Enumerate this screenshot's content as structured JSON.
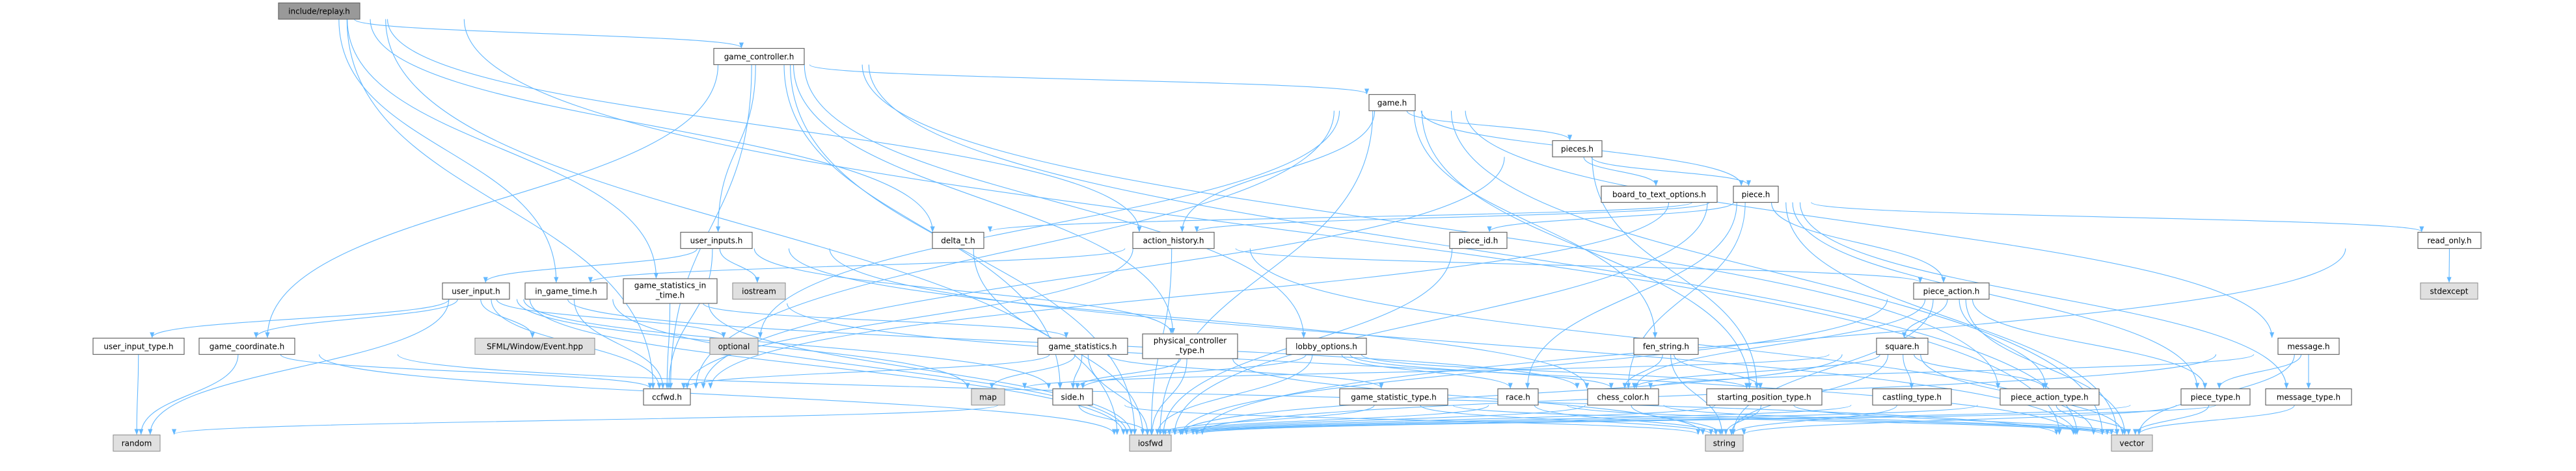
{
  "graph": {
    "title": "include/replay.h",
    "edge_color": "#63b8ff",
    "nodes": [
      {
        "id": "replay",
        "lines": [
          "include/replay.h"
        ],
        "kind": "root"
      },
      {
        "id": "game_controller",
        "lines": [
          "game_controller.h"
        ],
        "kind": "internal"
      },
      {
        "id": "game",
        "lines": [
          "game.h"
        ],
        "kind": "internal"
      },
      {
        "id": "pieces",
        "lines": [
          "pieces.h"
        ],
        "kind": "internal"
      },
      {
        "id": "board_to_text_options",
        "lines": [
          "board_to_text_options.h"
        ],
        "kind": "internal"
      },
      {
        "id": "piece",
        "lines": [
          "piece.h"
        ],
        "kind": "internal"
      },
      {
        "id": "delta_t",
        "lines": [
          "delta_t.h"
        ],
        "kind": "internal"
      },
      {
        "id": "action_history",
        "lines": [
          "action_history.h"
        ],
        "kind": "internal"
      },
      {
        "id": "user_inputs",
        "lines": [
          "user_inputs.h"
        ],
        "kind": "internal"
      },
      {
        "id": "piece_id",
        "lines": [
          "piece_id.h"
        ],
        "kind": "internal"
      },
      {
        "id": "read_only",
        "lines": [
          "read_only.h"
        ],
        "kind": "internal"
      },
      {
        "id": "user_input",
        "lines": [
          "user_input.h"
        ],
        "kind": "internal"
      },
      {
        "id": "in_game_time",
        "lines": [
          "in_game_time.h"
        ],
        "kind": "internal"
      },
      {
        "id": "game_statistics_in_time",
        "lines": [
          "game_statistics_in",
          "_time.h"
        ],
        "kind": "internal"
      },
      {
        "id": "iostream",
        "lines": [
          "iostream"
        ],
        "kind": "external"
      },
      {
        "id": "piece_action",
        "lines": [
          "piece_action.h"
        ],
        "kind": "internal"
      },
      {
        "id": "stdexcept",
        "lines": [
          "stdexcept"
        ],
        "kind": "external"
      },
      {
        "id": "user_input_type",
        "lines": [
          "user_input_type.h"
        ],
        "kind": "internal"
      },
      {
        "id": "game_coordinate",
        "lines": [
          "game_coordinate.h"
        ],
        "kind": "internal"
      },
      {
        "id": "sfml_event",
        "lines": [
          "SFML/Window/Event.hpp"
        ],
        "kind": "external"
      },
      {
        "id": "optional",
        "lines": [
          "optional"
        ],
        "kind": "external"
      },
      {
        "id": "game_statistics",
        "lines": [
          "game_statistics.h"
        ],
        "kind": "internal"
      },
      {
        "id": "physical_controller_type",
        "lines": [
          "physical_controller",
          "_type.h"
        ],
        "kind": "internal"
      },
      {
        "id": "lobby_options",
        "lines": [
          "lobby_options.h"
        ],
        "kind": "internal"
      },
      {
        "id": "fen_string",
        "lines": [
          "fen_string.h"
        ],
        "kind": "internal"
      },
      {
        "id": "square",
        "lines": [
          "square.h"
        ],
        "kind": "internal"
      },
      {
        "id": "message",
        "lines": [
          "message.h"
        ],
        "kind": "internal"
      },
      {
        "id": "ccfwd",
        "lines": [
          "ccfwd.h"
        ],
        "kind": "internal"
      },
      {
        "id": "map",
        "lines": [
          "map"
        ],
        "kind": "external"
      },
      {
        "id": "side",
        "lines": [
          "side.h"
        ],
        "kind": "internal"
      },
      {
        "id": "game_statistic_type",
        "lines": [
          "game_statistic_type.h"
        ],
        "kind": "internal"
      },
      {
        "id": "race",
        "lines": [
          "race.h"
        ],
        "kind": "internal"
      },
      {
        "id": "chess_color",
        "lines": [
          "chess_color.h"
        ],
        "kind": "internal"
      },
      {
        "id": "starting_position_type",
        "lines": [
          "starting_position_type.h"
        ],
        "kind": "internal"
      },
      {
        "id": "castling_type",
        "lines": [
          "castling_type.h"
        ],
        "kind": "internal"
      },
      {
        "id": "piece_action_type",
        "lines": [
          "piece_action_type.h"
        ],
        "kind": "internal"
      },
      {
        "id": "piece_type",
        "lines": [
          "piece_type.h"
        ],
        "kind": "internal"
      },
      {
        "id": "message_type",
        "lines": [
          "message_type.h"
        ],
        "kind": "internal"
      },
      {
        "id": "random",
        "lines": [
          "random"
        ],
        "kind": "external"
      },
      {
        "id": "iosfwd",
        "lines": [
          "iosfwd"
        ],
        "kind": "external"
      },
      {
        "id": "string",
        "lines": [
          "string"
        ],
        "kind": "external"
      },
      {
        "id": "vector",
        "lines": [
          "vector"
        ],
        "kind": "external"
      }
    ],
    "edges": [
      [
        "replay",
        "game_controller"
      ],
      [
        "replay",
        "action_history"
      ],
      [
        "replay",
        "delta_t"
      ],
      [
        "replay",
        "in_game_time"
      ],
      [
        "replay",
        "game_statistics_in_time"
      ],
      [
        "replay",
        "ccfwd"
      ],
      [
        "replay",
        "iosfwd"
      ],
      [
        "replay",
        "vector"
      ],
      [
        "game_controller",
        "game"
      ],
      [
        "game_controller",
        "user_inputs"
      ],
      [
        "game_controller",
        "game_coordinate"
      ],
      [
        "game_controller",
        "ccfwd"
      ],
      [
        "game_controller",
        "iosfwd"
      ],
      [
        "game_controller",
        "physical_controller_type"
      ],
      [
        "game_controller",
        "lobby_options"
      ],
      [
        "game_controller",
        "piece_action_type"
      ],
      [
        "game_controller",
        "side"
      ],
      [
        "game_controller",
        "vector"
      ],
      [
        "game",
        "pieces"
      ],
      [
        "game",
        "piece"
      ],
      [
        "game",
        "action_history"
      ],
      [
        "game",
        "fen_string"
      ],
      [
        "game",
        "message"
      ],
      [
        "game",
        "starting_position_type"
      ],
      [
        "game",
        "ccfwd"
      ],
      [
        "game",
        "iosfwd"
      ],
      [
        "game",
        "optional"
      ],
      [
        "game",
        "vector"
      ],
      [
        "pieces",
        "piece"
      ],
      [
        "pieces",
        "board_to_text_options"
      ],
      [
        "pieces",
        "starting_position_type"
      ],
      [
        "pieces",
        "ccfwd"
      ],
      [
        "piece",
        "delta_t"
      ],
      [
        "piece",
        "action_history"
      ],
      [
        "piece",
        "piece_id"
      ],
      [
        "piece",
        "piece_action"
      ],
      [
        "piece",
        "read_only"
      ],
      [
        "piece",
        "chess_color"
      ],
      [
        "piece",
        "race"
      ],
      [
        "piece",
        "piece_type"
      ],
      [
        "piece",
        "message_type"
      ],
      [
        "piece",
        "iosfwd"
      ],
      [
        "piece",
        "vector"
      ],
      [
        "piece",
        "ccfwd"
      ],
      [
        "action_history",
        "piece_action"
      ],
      [
        "action_history",
        "in_game_time"
      ],
      [
        "action_history",
        "ccfwd"
      ],
      [
        "action_history",
        "iosfwd"
      ],
      [
        "action_history",
        "vector"
      ],
      [
        "user_inputs",
        "user_input"
      ],
      [
        "user_inputs",
        "iostream"
      ],
      [
        "user_inputs",
        "ccfwd"
      ],
      [
        "user_inputs",
        "vector"
      ],
      [
        "user_inputs",
        "physical_controller_type"
      ],
      [
        "user_inputs",
        "chess_color"
      ],
      [
        "user_input",
        "user_input_type"
      ],
      [
        "user_input",
        "game_coordinate"
      ],
      [
        "user_input",
        "sfml_event"
      ],
      [
        "user_input",
        "optional"
      ],
      [
        "user_input",
        "ccfwd"
      ],
      [
        "user_input",
        "iosfwd"
      ],
      [
        "user_input",
        "random"
      ],
      [
        "user_input",
        "side"
      ],
      [
        "user_input",
        "map"
      ],
      [
        "user_input",
        "chess_color"
      ],
      [
        "in_game_time",
        "ccfwd"
      ],
      [
        "in_game_time",
        "iosfwd"
      ],
      [
        "game_statistics_in_time",
        "game_statistics"
      ],
      [
        "game_statistics_in_time",
        "ccfwd"
      ],
      [
        "game_statistics_in_time",
        "iosfwd"
      ],
      [
        "game_statistics_in_time",
        "vector"
      ],
      [
        "game_statistics",
        "game_statistic_type"
      ],
      [
        "game_statistics",
        "map"
      ],
      [
        "game_statistics",
        "side"
      ],
      [
        "game_statistics",
        "ccfwd"
      ],
      [
        "game_statistics",
        "iosfwd"
      ],
      [
        "physical_controller_type",
        "side"
      ],
      [
        "physical_controller_type",
        "iosfwd"
      ],
      [
        "physical_controller_type",
        "string"
      ],
      [
        "lobby_options",
        "chess_color"
      ],
      [
        "lobby_options",
        "race"
      ],
      [
        "lobby_options",
        "side"
      ],
      [
        "lobby_options",
        "starting_position_type"
      ],
      [
        "lobby_options",
        "iosfwd"
      ],
      [
        "piece_id",
        "iosfwd"
      ],
      [
        "read_only",
        "stdexcept"
      ],
      [
        "read_only",
        "iosfwd"
      ],
      [
        "piece_action",
        "square"
      ],
      [
        "piece_action",
        "piece_action_type"
      ],
      [
        "piece_action",
        "piece_type"
      ],
      [
        "piece_action",
        "chess_color"
      ],
      [
        "piece_action",
        "iosfwd"
      ],
      [
        "piece_action",
        "vector"
      ],
      [
        "piece_action",
        "string"
      ],
      [
        "square",
        "castling_type"
      ],
      [
        "square",
        "piece_action_type"
      ],
      [
        "square",
        "chess_color"
      ],
      [
        "square",
        "vector"
      ],
      [
        "square",
        "string"
      ],
      [
        "square",
        "iosfwd"
      ],
      [
        "square",
        "map"
      ],
      [
        "fen_string",
        "chess_color"
      ],
      [
        "fen_string",
        "starting_position_type"
      ],
      [
        "fen_string",
        "string"
      ],
      [
        "message",
        "message_type"
      ],
      [
        "message",
        "piece_type"
      ],
      [
        "message",
        "chess_color"
      ],
      [
        "message",
        "vector"
      ],
      [
        "message",
        "iosfwd"
      ],
      [
        "user_input_type",
        "random"
      ],
      [
        "game_coordinate",
        "random"
      ],
      [
        "game_coordinate",
        "ccfwd"
      ],
      [
        "game_coordinate",
        "iosfwd"
      ],
      [
        "game_coordinate",
        "vector"
      ],
      [
        "delta_t",
        "iosfwd"
      ],
      [
        "side",
        "iosfwd"
      ],
      [
        "side",
        "random"
      ],
      [
        "side",
        "string"
      ],
      [
        "game_statistic_type",
        "iosfwd"
      ],
      [
        "game_statistic_type",
        "string"
      ],
      [
        "game_statistic_type",
        "vector"
      ],
      [
        "race",
        "iosfwd"
      ],
      [
        "race",
        "string"
      ],
      [
        "race",
        "vector"
      ],
      [
        "chess_color",
        "iosfwd"
      ],
      [
        "chess_color",
        "string"
      ],
      [
        "chess_color",
        "vector"
      ],
      [
        "starting_position_type",
        "string"
      ],
      [
        "starting_position_type",
        "iosfwd"
      ],
      [
        "starting_position_type",
        "vector"
      ],
      [
        "castling_type",
        "string"
      ],
      [
        "castling_type",
        "iosfwd"
      ],
      [
        "piece_action_type",
        "vector"
      ],
      [
        "piece_action_type",
        "iosfwd"
      ],
      [
        "piece_type",
        "vector"
      ],
      [
        "piece_type",
        "string"
      ],
      [
        "piece_type",
        "iosfwd"
      ],
      [
        "message_type",
        "vector"
      ],
      [
        "message_type",
        "iosfwd"
      ]
    ]
  }
}
